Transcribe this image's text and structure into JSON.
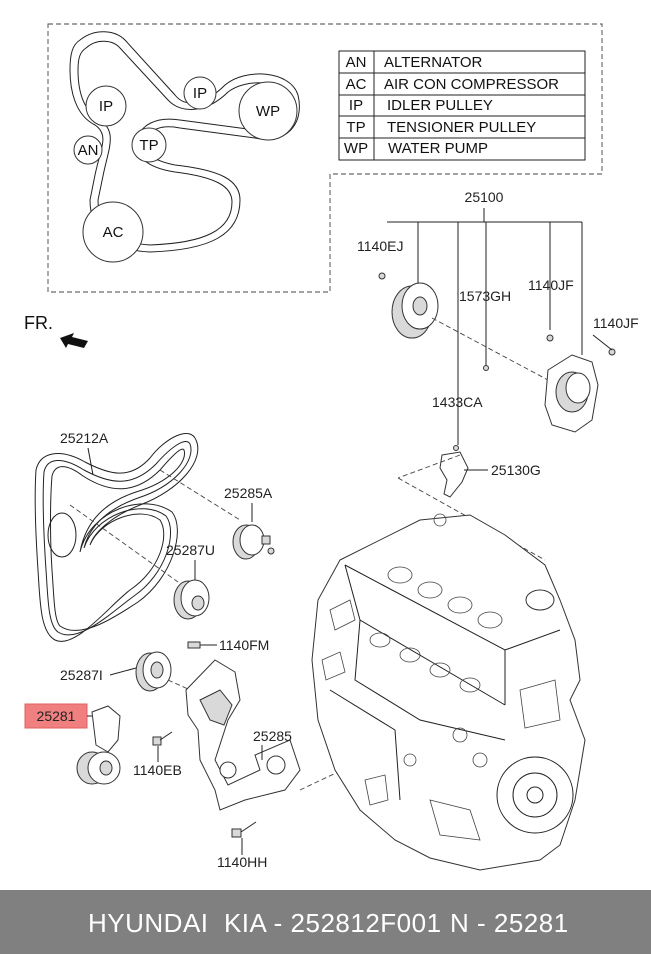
{
  "belt_routing": {
    "pulleys": [
      {
        "code": "IP"
      },
      {
        "code": "IP"
      },
      {
        "code": "WP"
      },
      {
        "code": "TP"
      },
      {
        "code": "AN"
      },
      {
        "code": "AC"
      }
    ],
    "legend": [
      {
        "code": "AN",
        "name": "ALTERNATOR"
      },
      {
        "code": "AC",
        "name": "AIR CON COMPRESSOR"
      },
      {
        "code": "IP",
        "name": "IDLER PULLEY"
      },
      {
        "code": "TP",
        "name": "TENSIONER PULLEY"
      },
      {
        "code": "WP",
        "name": "WATER PUMP"
      }
    ]
  },
  "front_marker": "FR.",
  "callouts": {
    "p25100": "25100",
    "p1140EJ": "1140EJ",
    "p1573GH": "1573GH",
    "p1140JF_a": "1140JF",
    "p1140JF_b": "1140JF",
    "p1433CA": "1433CA",
    "p25130G": "25130G",
    "p25212A": "25212A",
    "p25285A": "25285A",
    "p25287U": "25287U",
    "p1140FM": "1140FM",
    "p25287I": "25287I",
    "p25281": "25281",
    "p25285": "25285",
    "p1140EB": "1140EB",
    "p1140HH": "1140HH"
  },
  "highlight_color": "#f08080",
  "footer": {
    "brand_part": "HYUNDAI  KIA - 252812F001",
    "short_number": "N - 25281"
  }
}
